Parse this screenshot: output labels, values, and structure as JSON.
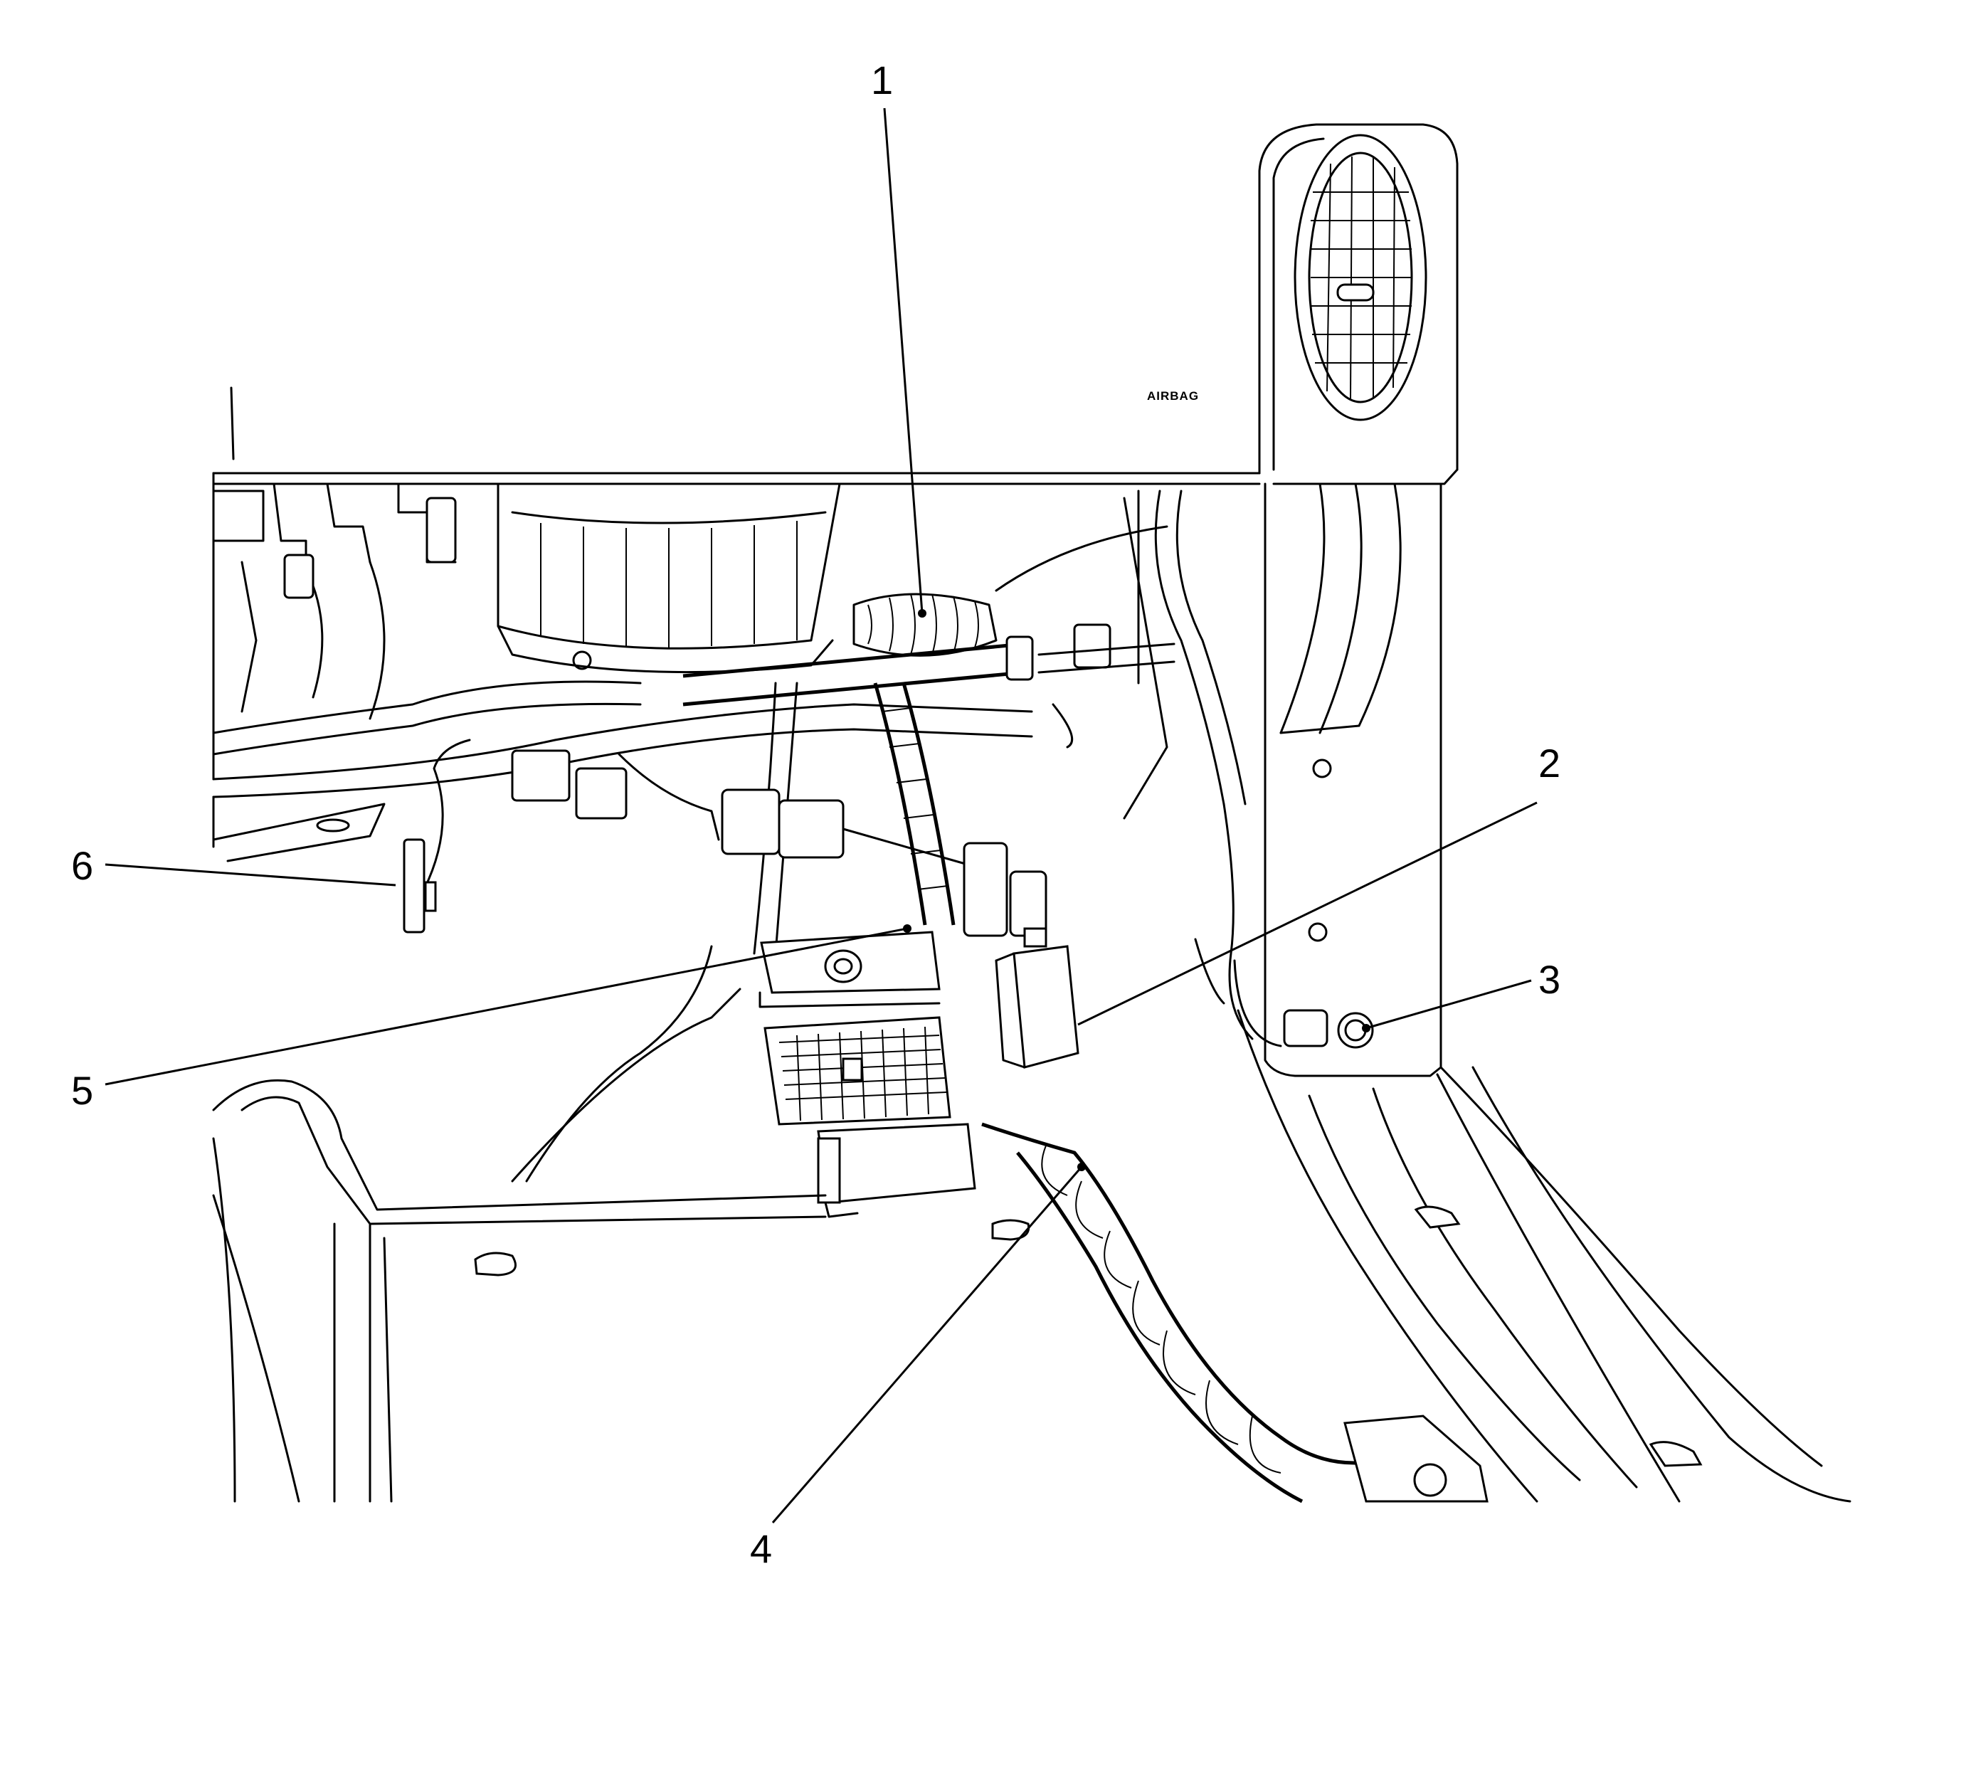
{
  "figure": {
    "stamp_text": "AIRBAG",
    "callouts": [
      {
        "id": "1",
        "label": "1"
      },
      {
        "id": "2",
        "label": "2"
      },
      {
        "id": "3",
        "label": "3"
      },
      {
        "id": "4",
        "label": "4"
      },
      {
        "id": "5",
        "label": "5"
      },
      {
        "id": "6",
        "label": "6"
      }
    ]
  }
}
